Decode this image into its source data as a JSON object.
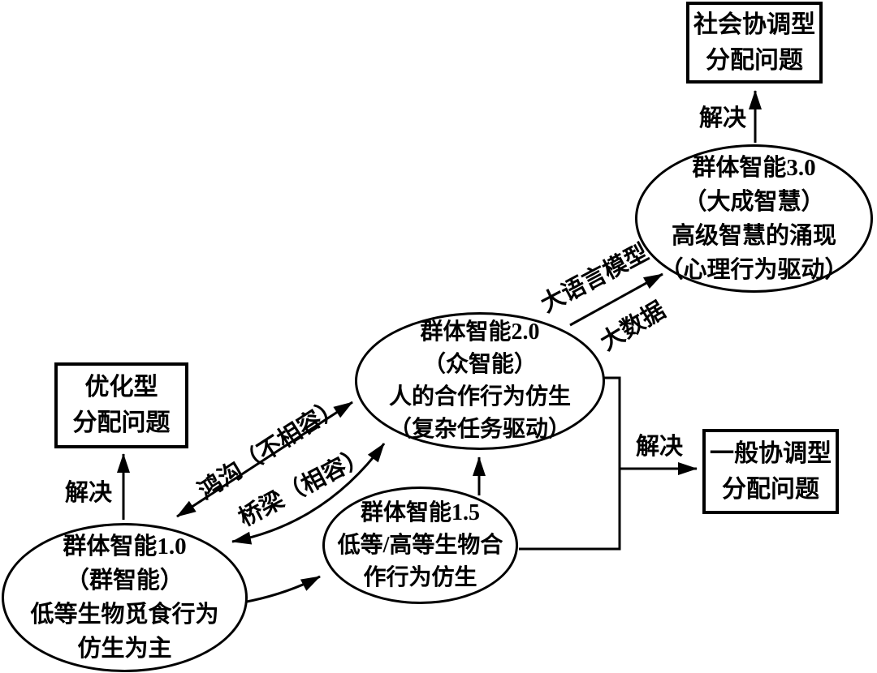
{
  "diagram": {
    "background": "#ffffff",
    "stroke_color": "#000000",
    "nodes": {
      "box_social": {
        "lines": [
          "社会协调型",
          "分配问题"
        ]
      },
      "box_optimization": {
        "lines": [
          "优化型",
          "分配问题"
        ]
      },
      "box_general": {
        "lines": [
          "一般协调型",
          "分配问题"
        ]
      },
      "ellipse_si30": {
        "lines": [
          "群体智能3.0",
          "（大成智慧）",
          "高级智慧的涌现",
          "（心理行为驱动）"
        ]
      },
      "ellipse_si20": {
        "lines": [
          "群体智能2.0",
          "（众智能）",
          "人的合作行为仿生",
          "（复杂任务驱动）"
        ]
      },
      "ellipse_si15": {
        "lines": [
          "群体智能1.5",
          "低等/高等生物合",
          "作行为仿生"
        ]
      },
      "ellipse_si10": {
        "lines": [
          "群体智能1.0",
          "（群智能）",
          "低等生物觅食行为",
          "仿生为主"
        ]
      }
    },
    "edge_labels": {
      "solve_optimization": "解决",
      "solve_social": "解决",
      "solve_general": "解决",
      "gap": "鸿沟（不相容）",
      "bridge": "桥梁（相容）",
      "llm": "大语言模型",
      "big_data": "大数据"
    }
  }
}
